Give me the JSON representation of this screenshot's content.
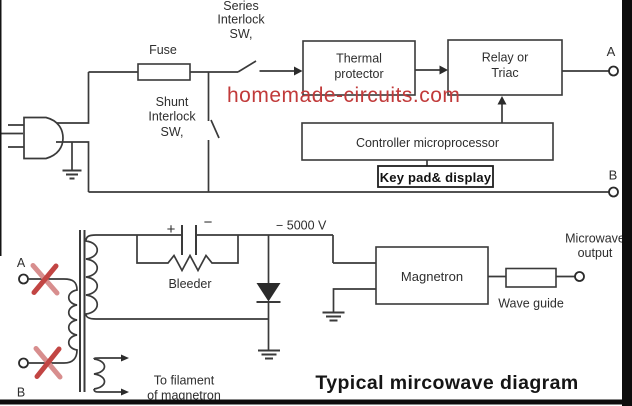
{
  "colors": {
    "watermark_red": "#c13a3a",
    "cross_red_dark": "#c24543",
    "cross_red_light": "#d88e8e"
  },
  "watermark": "homemade-circuits.com",
  "title": "Typical mircowave diagram",
  "power_section": {
    "fuse_label": "Fuse",
    "series_interlock": [
      "Series",
      "Interlock",
      "SW,"
    ],
    "shunt_interlock": [
      "Shunt",
      "Interlock",
      "SW,"
    ],
    "thermal_protector": [
      "Thermal",
      "protector"
    ],
    "relay_triac": [
      "Relay or",
      "Triac"
    ],
    "controller_label": "Controller microprocessor",
    "keypad_label": "Key pad& display",
    "terminal_a": "A",
    "terminal_b": "B"
  },
  "hv_section": {
    "terminal_a": "A",
    "terminal_b": "B",
    "capacitor_plus": "+",
    "capacitor_minus": "−",
    "voltage_label": "− 5000 V",
    "bleeder_label": "Bleeder",
    "magnetron_label": "Magnetron",
    "wave_guide_label": "Wave guide",
    "microwave_output": [
      "Microwave",
      "output"
    ],
    "filament_note": [
      "To filament",
      "of magnetron"
    ]
  }
}
